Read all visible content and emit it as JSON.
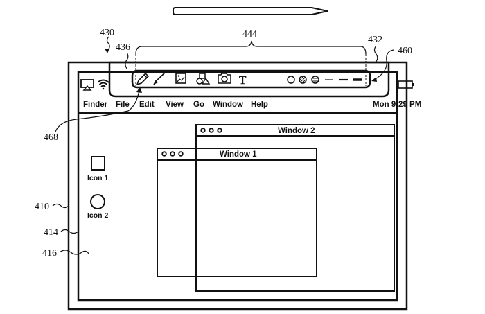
{
  "figure": {
    "type": "patent-drawing",
    "stylus": "stylus-pencil"
  },
  "reference_numerals": {
    "device": "430",
    "toolbar_region": "436",
    "toolbar_tools": "444",
    "toolbar": "432",
    "toolbar_edge_pointer": "460",
    "pointer": "468",
    "display": "410",
    "screen": "414",
    "desktop": "416"
  },
  "menu_bar": {
    "status_icons_left": [
      "airplay-icon",
      "wifi-icon"
    ],
    "items": [
      "Finder",
      "File",
      "Edit",
      "View",
      "Go",
      "Window",
      "Help"
    ],
    "clock": "Mon 9:29 PM",
    "status_icons_right": [
      "battery-icon"
    ]
  },
  "toolbar": {
    "tools": [
      "pencil-tool",
      "pen-tool",
      "image-tool",
      "shapes-tool",
      "camera-tool",
      "text-tool"
    ],
    "text_tool_glyph": "T",
    "fill_styles": [
      "empty-fill",
      "hatched-fill",
      "striped-fill"
    ],
    "line_weights": [
      "thin",
      "medium",
      "thick"
    ]
  },
  "desktop": {
    "icons": [
      {
        "label": "Icon 1",
        "shape": "square"
      },
      {
        "label": "Icon 2",
        "shape": "circle"
      }
    ]
  },
  "windows": [
    {
      "title": "Window 2",
      "controls": 3
    },
    {
      "title": "Window 1",
      "controls": 3
    }
  ]
}
